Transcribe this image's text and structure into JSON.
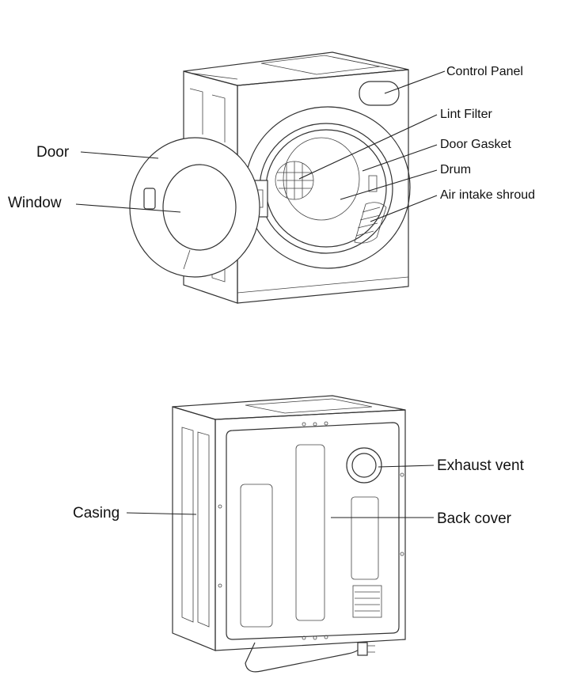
{
  "diagram": {
    "front_view": {
      "labels": {
        "door": "Door",
        "window": "Window",
        "control_panel": "Control Panel",
        "lint_filter": "Lint Filter",
        "door_gasket": "Door Gasket",
        "drum": "Drum",
        "air_intake_shroud": "Air intake shroud"
      }
    },
    "back_view": {
      "labels": {
        "exhaust_vent": "Exhaust vent",
        "casing": "Casing",
        "back_cover": "Back cover"
      }
    }
  }
}
